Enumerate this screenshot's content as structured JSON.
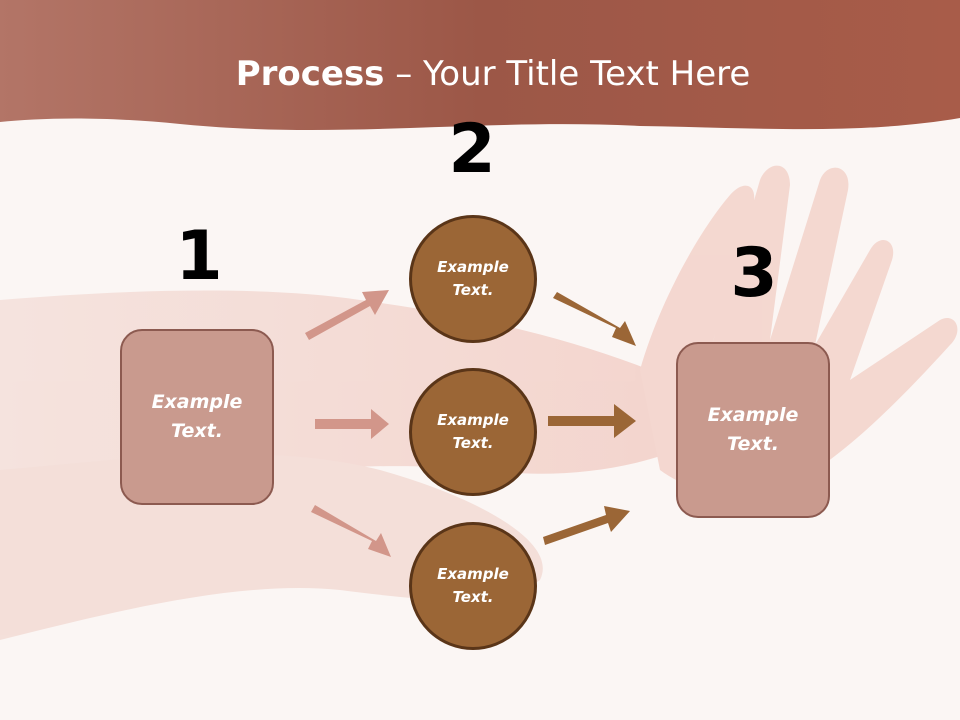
{
  "title": {
    "bold": "Process",
    "rest": " – Your Title Text Here"
  },
  "steps": {
    "one": "1",
    "two": "2",
    "three": "3"
  },
  "left_box": {
    "text": "Example\nText."
  },
  "right_box": {
    "text": "Example\nText."
  },
  "circles": [
    {
      "text": "Example\nText."
    },
    {
      "text": "Example\nText."
    },
    {
      "text": "Example\nText."
    }
  ],
  "colors": {
    "header": "#a45b49",
    "box_fill": "#c99a8e",
    "circle_fill": "#9b6636",
    "left_arrows": "#d2968a",
    "right_arrows": "#9b6636"
  }
}
